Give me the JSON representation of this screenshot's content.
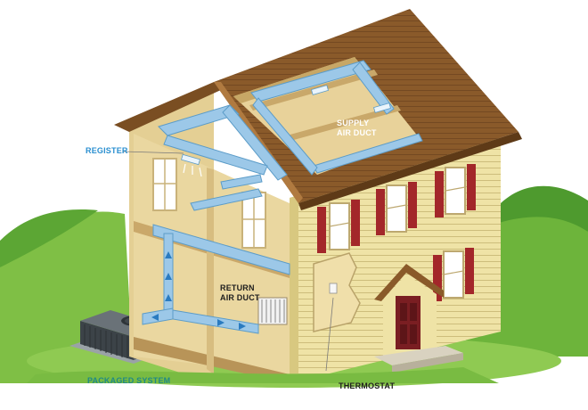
{
  "labels": {
    "register": "REGISTER",
    "supply_line1": "SUPPLY",
    "supply_line2": "AIR DUCT",
    "return_line1": "RETURN",
    "return_line2": "AIR DUCT",
    "packaged_system": "PACKAGED SYSTEM",
    "thermostat": "THERMOSTAT"
  },
  "colors": {
    "duct": "#9cc8e8",
    "duct_edge": "#5c9cc8",
    "siding": "#efe3a6",
    "roof": "#8a5a2a",
    "shutter": "#a3272a",
    "interior_wall": "#e8d29a",
    "lawn": "#7fbf45",
    "label_blue": "#2a8fd0"
  }
}
